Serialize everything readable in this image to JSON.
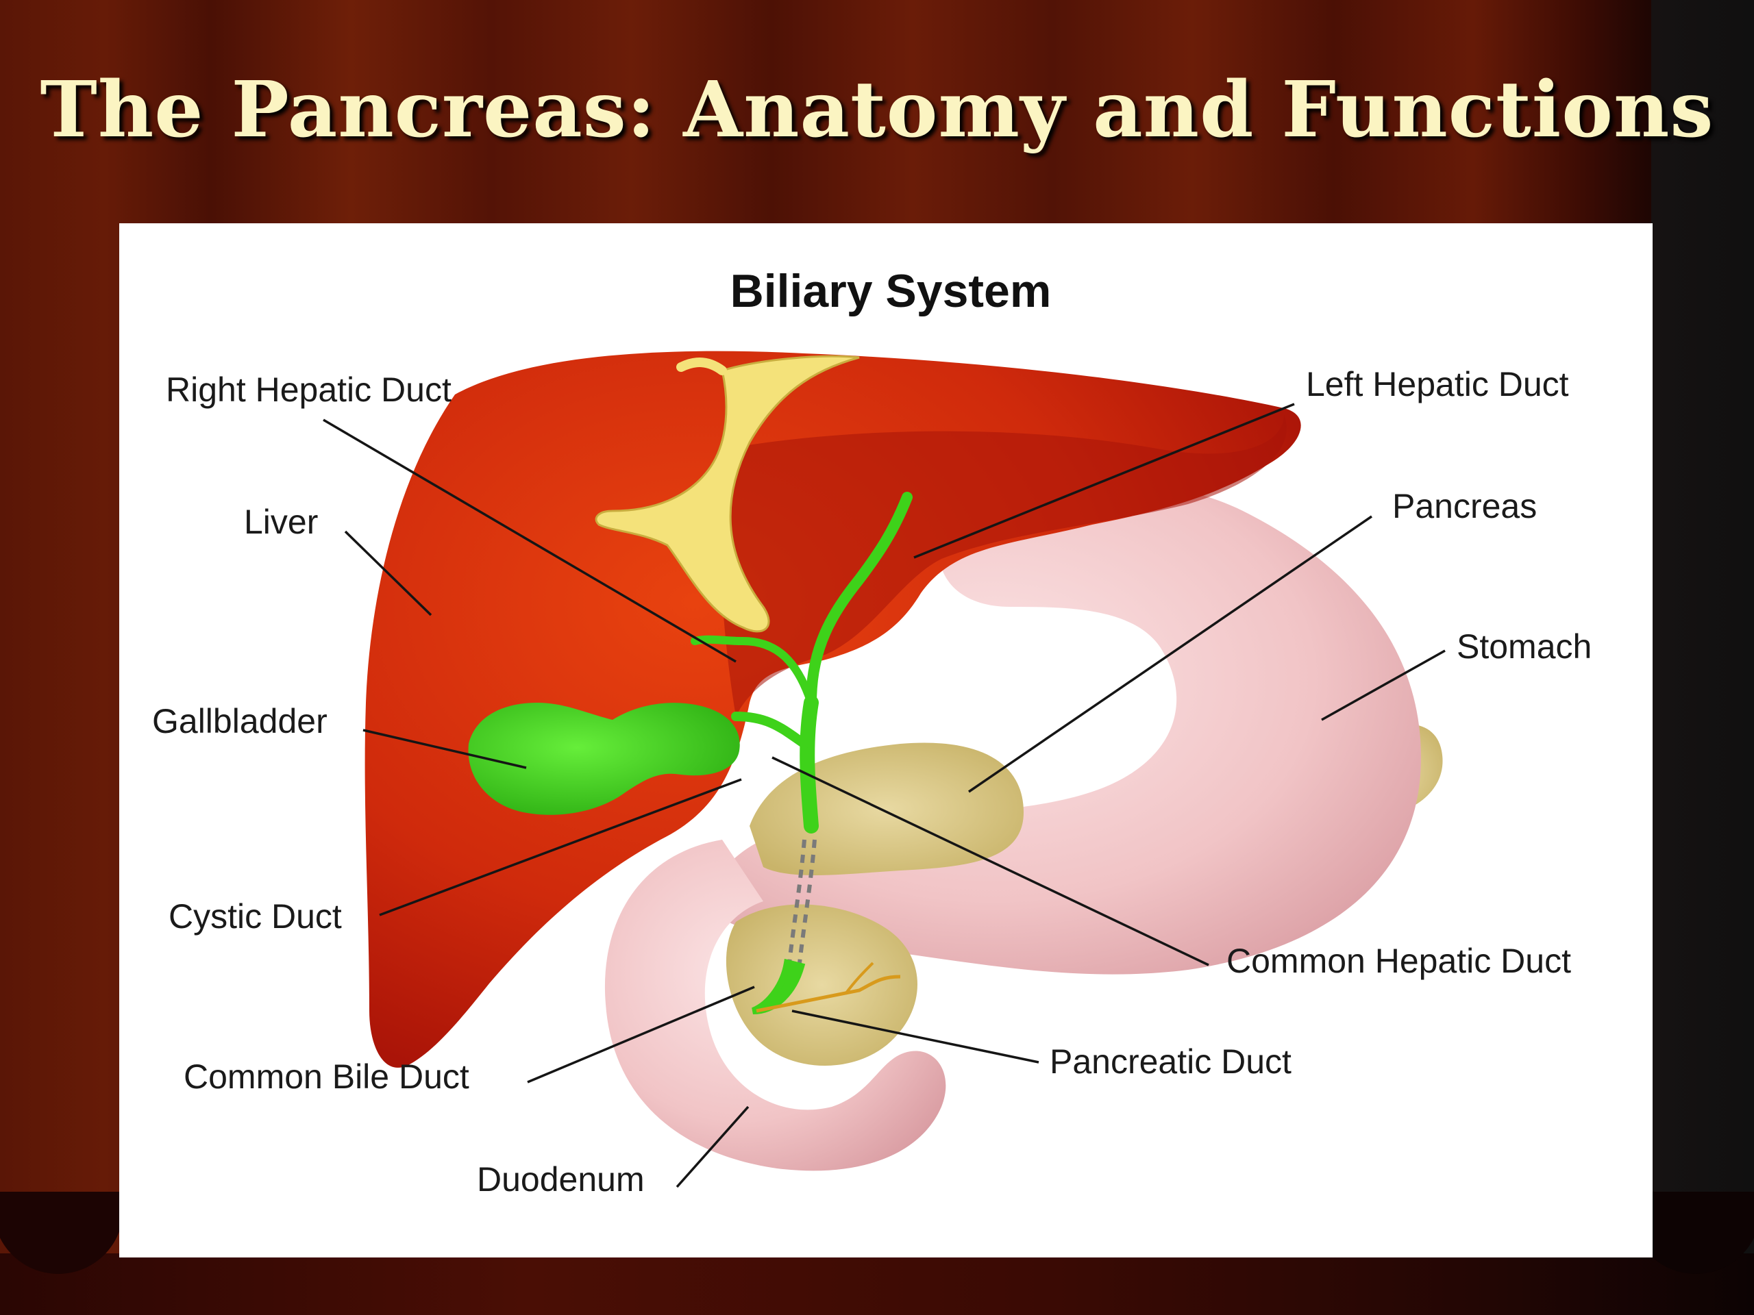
{
  "slide": {
    "title": "The Pancreas: Anatomy and Functions"
  },
  "figure": {
    "title": "Biliary System",
    "labels": {
      "right_hepatic_duct": "Right Hepatic Duct",
      "left_hepatic_duct": "Left Hepatic Duct",
      "liver": "Liver",
      "pancreas": "Pancreas",
      "stomach": "Stomach",
      "gallbladder": "Gallbladder",
      "cystic_duct": "Cystic Duct",
      "common_hepatic_duct": "Common Hepatic Duct",
      "common_bile_duct": "Common Bile Duct",
      "pancreatic_duct": "Pancreatic Duct",
      "duodenum": "Duodenum"
    }
  },
  "colors": {
    "title_text": "#fbf4c2",
    "liver": "#c8200c",
    "stomach": "#f0c3c5",
    "pancreas": "#d8c789",
    "gallbladder": "#3fd61a",
    "hepatic_ligament": "#f4e27a",
    "curtain": "#5a1606"
  }
}
